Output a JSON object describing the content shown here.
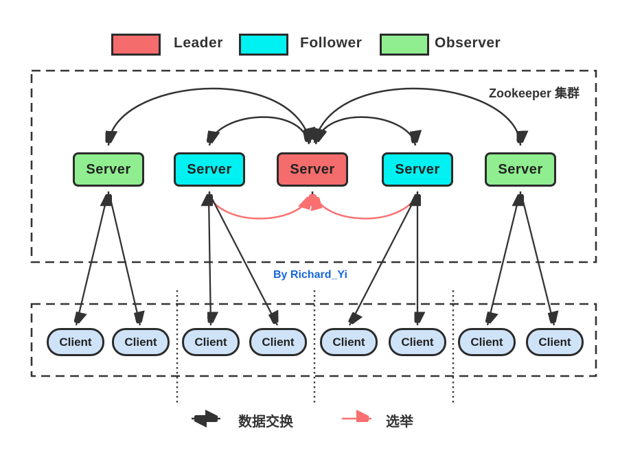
{
  "legend": {
    "items": [
      {
        "label": "Leader",
        "color": "#f56c6c"
      },
      {
        "label": "Follower",
        "color": "#00f1f1"
      },
      {
        "label": "Observer",
        "color": "#90ee90"
      }
    ]
  },
  "cluster": {
    "label": "Zookeeper 集群",
    "servers": [
      {
        "label": "Server",
        "role": "Observer"
      },
      {
        "label": "Server",
        "role": "Follower"
      },
      {
        "label": "Server",
        "role": "Leader"
      },
      {
        "label": "Server",
        "role": "Follower"
      },
      {
        "label": "Server",
        "role": "Observer"
      }
    ]
  },
  "clients": {
    "items": [
      "Client",
      "Client",
      "Client",
      "Client",
      "Client",
      "Client",
      "Client",
      "Client"
    ]
  },
  "author": "By Richard_Yi",
  "arrow_legend": {
    "data_exchange": "数据交换",
    "election": "选举"
  },
  "colors": {
    "leader": "#f56c6c",
    "follower": "#00f1f1",
    "observer": "#90ee90",
    "client_fill": "#cfe3f8",
    "arrow_black": "#333333",
    "arrow_red": "#fa7070",
    "author_blue": "#1766db",
    "outline": "#2b2b2b"
  }
}
